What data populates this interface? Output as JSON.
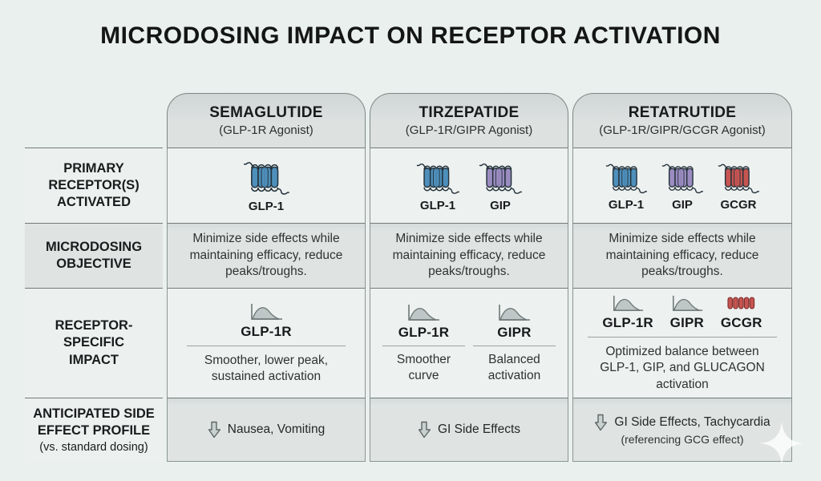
{
  "title": "MICRODOSING IMPACT ON RECEPTOR ACTIVATION",
  "colors": {
    "glp1": "#4e8fbb",
    "gip": "#9b8cc0",
    "gcgr": "#c65551"
  },
  "row_labels": {
    "primary": "PRIMARY RECEPTOR(S) ACTIVATED",
    "objective": "MICRODOSING OBJECTIVE",
    "impact": "RECEPTOR- SPECIFIC IMPACT",
    "side_effects": "ANTICIPATED SIDE EFFECT PROFILE",
    "side_effects_sub": "(vs. standard dosing)"
  },
  "columns": [
    {
      "name": "SEMAGLUTIDE",
      "subtitle": "(GLP-1R Agonist)",
      "receptors": [
        {
          "label": "GLP-1"
        }
      ],
      "objective": "Minimize side effects while maintaining efficacy, reduce peaks/troughs.",
      "impact": {
        "items": [
          {
            "name": "GLP-1R"
          }
        ],
        "description": "Smoother, lower peak, sustained activation"
      },
      "side_effect": {
        "text": "Nausea, Vomiting"
      }
    },
    {
      "name": "TIRZEPATIDE",
      "subtitle": "(GLP-1R/GIPR Agonist)",
      "receptors": [
        {
          "label": "GLP-1"
        },
        {
          "label": "GIP"
        }
      ],
      "objective": "Minimize side effects while maintaining efficacy, reduce peaks/troughs.",
      "impact": {
        "items": [
          {
            "name": "GLP-1R",
            "desc": "Smoother curve"
          },
          {
            "name": "GIPR",
            "desc": "Balanced activation"
          }
        ]
      },
      "side_effect": {
        "text": "GI Side Effects"
      }
    },
    {
      "name": "RETATRUTIDE",
      "subtitle": "(GLP-1R/GIPR/GCGR Agonist)",
      "receptors": [
        {
          "label": "GLP-1"
        },
        {
          "label": "GIP"
        },
        {
          "label": "GCGR"
        }
      ],
      "objective": "Minimize side effects while maintaining efficacy, reduce peaks/troughs.",
      "impact": {
        "items": [
          {
            "name": "GLP-1R"
          },
          {
            "name": "GIPR"
          },
          {
            "name": "GCGR"
          }
        ],
        "description": "Optimized balance between GLP-1, GIP, and GLUCAGON activation"
      },
      "side_effect": {
        "text": "GI Side Effects, Tachycardia",
        "note": "(referencing GCG effect)"
      }
    }
  ]
}
